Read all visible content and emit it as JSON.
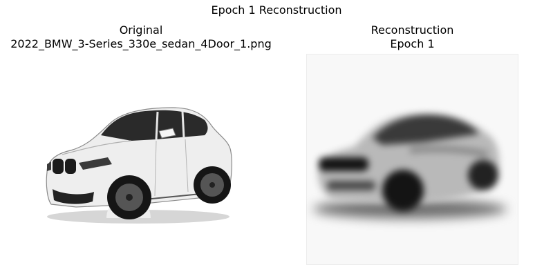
{
  "figure": {
    "suptitle": "Epoch 1 Reconstruction"
  },
  "panels": [
    {
      "title_line1": "Original",
      "title_line2": "2022_BMW_3-Series_330e_sedan_4Door_1.png"
    },
    {
      "title_line1": "Reconstruction",
      "title_line2": "Epoch 1"
    }
  ],
  "colors": {
    "background": "#ffffff",
    "car_body_original": "#eeeeee",
    "car_dark": "#1a1a1a",
    "reconstruction_body": "#b9b9b9",
    "reconstruction_dark": "#141414"
  }
}
